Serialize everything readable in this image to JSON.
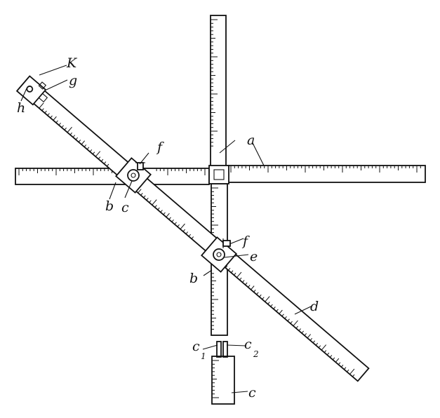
{
  "labels": {
    "a": "a",
    "b_left": "b",
    "b_right": "b",
    "c_left": "c",
    "c_bottom": "c",
    "c1_main": "c",
    "c1_sub": "1",
    "c2_main": "c",
    "c2_sub": "2",
    "d": "d",
    "e": "e",
    "f_top": "f",
    "f_lower": "f",
    "g": "g",
    "h": "h",
    "k": "K"
  }
}
